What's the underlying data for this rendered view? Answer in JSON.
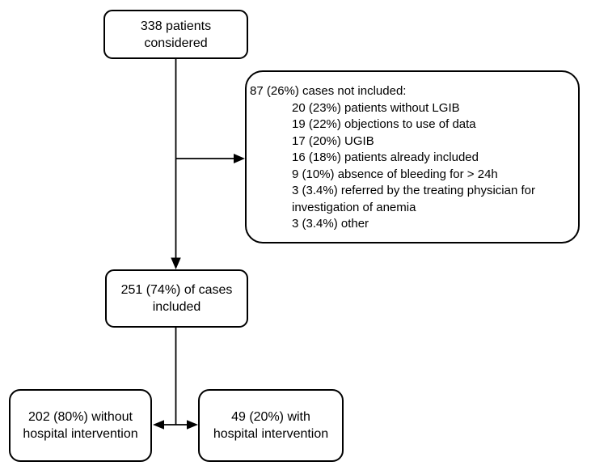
{
  "figure": {
    "title": "patient-inclusion-flowchart",
    "boxes": {
      "considered": {
        "line1": "338 patients",
        "line2": "considered"
      },
      "included": {
        "line1": "251 (74%) of cases",
        "line2": "included"
      },
      "without_intervention": {
        "line1": "202 (80%) without",
        "line2": "hospital intervention"
      },
      "with_intervention": {
        "line1": "49 (20%) with",
        "line2": "hospital intervention"
      }
    },
    "exclusions": {
      "heading": "87 (26%) cases not included:",
      "items": [
        "20 (23%) patients without LGIB",
        "19 (22%) objections to use of data",
        "17 (20%) UGIB",
        "16 (18%) patients already included",
        "9 (10%) absence of bleeding for > 24h",
        "3 (3.4%) referred by the treating physician for",
        "investigation of anemia",
        "3 (3.4%) other"
      ]
    },
    "colors": {
      "line": "#000000",
      "background": "#ffffff",
      "text": "#000000"
    }
  }
}
